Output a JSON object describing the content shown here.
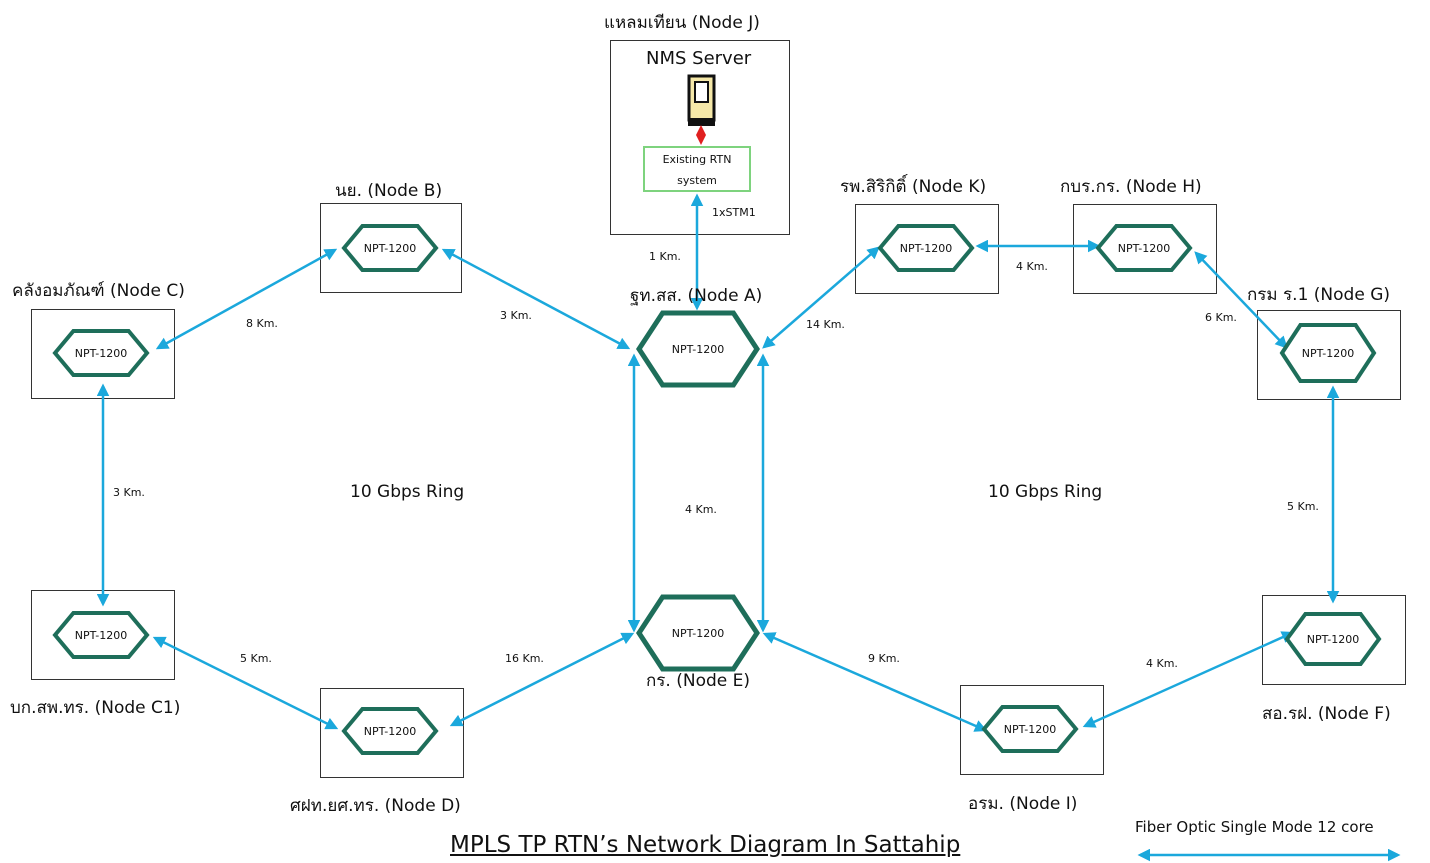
{
  "title": "MPLS TP RTN’s Network Diagram  In Sattahip",
  "device_label": "NPT-1200",
  "nms": {
    "site_label": "แหลมเทียน (Node J)",
    "server_label": "NMS Server",
    "rtn_line1": "Existing RTN",
    "rtn_line2": "system",
    "link_label": "1xSTM1"
  },
  "nodes": {
    "A": "ฐท.สส. (Node A)",
    "B": "นย. (Node B)",
    "C": "คลังอมภัณฑ์ (Node C)",
    "C1": "บก.สพ.ทร. (Node C1)",
    "D": "ศฝท.ยศ.ทร. (Node D)",
    "E": "กร. (Node E)",
    "F": "สอ.รฝ. (Node F)",
    "G": "กรม ร.1 (Node G)",
    "H": "กบร.กร. (Node H)",
    "I": "อรม. (Node I)",
    "K": "รพ.สิริกิติ์ (Node K)"
  },
  "distances": {
    "J_A": "1 Km.",
    "B_A": "3 Km.",
    "C_B": "8 Km.",
    "C_C1": "3 Km.",
    "C1_D": "5 Km.",
    "D_E": "16 Km.",
    "A_E": "4 Km.",
    "A_K": "14 Km.",
    "K_H": "4 Km.",
    "H_G": "6 Km.",
    "G_F": "5 Km.",
    "F_I": "4 Km.",
    "I_E": "9 Km."
  },
  "rings": {
    "left": "10 Gbps Ring",
    "right": "10 Gbps Ring"
  },
  "legend": {
    "label": "Fiber Optic Single Mode 12 core"
  },
  "colors": {
    "link": "#1ba8dc",
    "hex_stroke": "#1e6e5a",
    "rtn_border": "#7ed37e"
  }
}
